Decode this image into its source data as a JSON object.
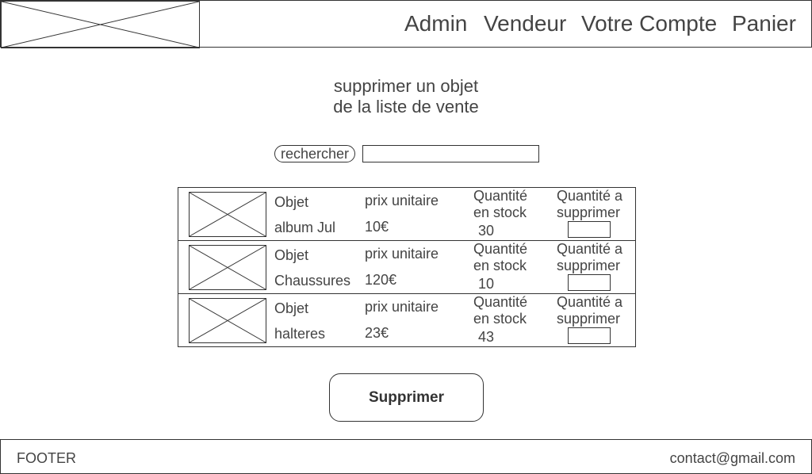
{
  "header": {
    "nav": [
      "Admin",
      "Vendeur",
      "Votre Compte",
      "Panier"
    ]
  },
  "page": {
    "title_line1": "supprimer un objet",
    "title_line2": "de la liste de vente"
  },
  "search": {
    "button_label": "rechercher",
    "value": "",
    "placeholder": ""
  },
  "table": {
    "rows": [
      {
        "object_label": "Objet",
        "object_name": "album Jul",
        "price_label": "prix unitaire",
        "price": "10€",
        "stock_label_1": "Quantité",
        "stock_label_2": "en stock",
        "stock": "30",
        "remove_label_1": "Quantité a",
        "remove_label_2": "supprimer",
        "remove_value": ""
      },
      {
        "object_label": "Objet",
        "object_name": "Chaussures",
        "price_label": "prix unitaire",
        "price": "120€",
        "stock_label_1": "Quantité",
        "stock_label_2": "en stock",
        "stock": "10",
        "remove_label_1": "Quantité a",
        "remove_label_2": "supprimer",
        "remove_value": ""
      },
      {
        "object_label": "Objet",
        "object_name": "halteres",
        "price_label": "prix unitaire",
        "price": "23€",
        "stock_label_1": "Quantité",
        "stock_label_2": "en stock",
        "stock": "43",
        "remove_label_1": "Quantité a",
        "remove_label_2": "supprimer",
        "remove_value": ""
      }
    ]
  },
  "actions": {
    "submit_label": "Supprimer"
  },
  "footer": {
    "label": "FOOTER",
    "contact": "contact@gmail.com"
  }
}
